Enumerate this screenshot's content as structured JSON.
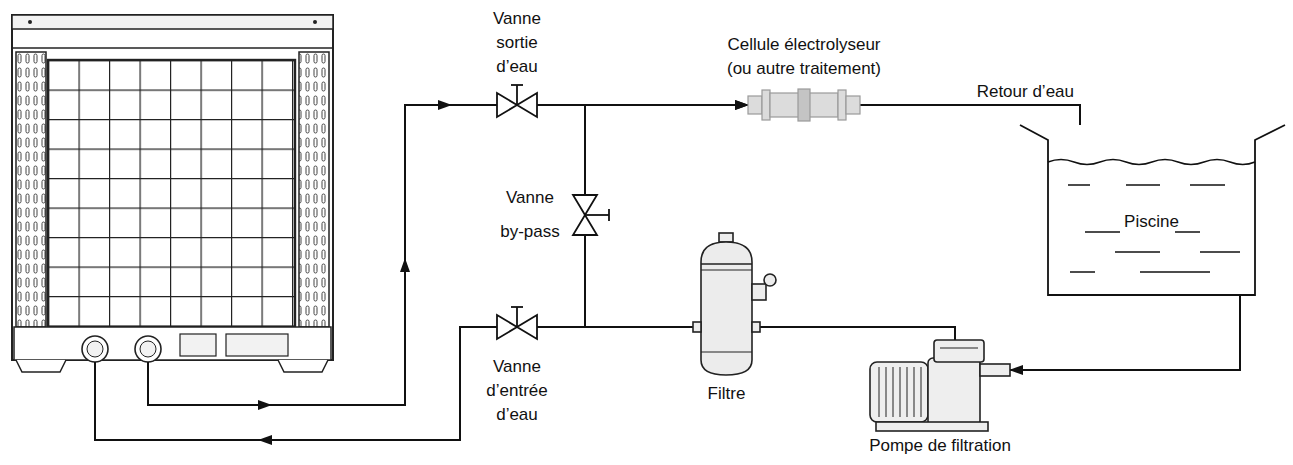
{
  "diagram": {
    "nodes": [
      {
        "text": [
          "Vanne sortie d’eau"
        ]
      },
      {
        "text": [
          "Cellule électrolyseur (ou autre traitement)"
        ]
      },
      {
        "text": [
          "Piscine"
        ]
      },
      {
        "text": [
          "Vanne by-pass"
        ]
      },
      {
        "text": [
          "Filtre"
        ]
      },
      {
        "text": [
          "Vanne d’entrée d’eau"
        ]
      },
      {
        "text": [
          "Pompe de filtration"
        ]
      }
    ],
    "edges": [
      {
        "from": 0,
        "to": 1,
        "arrow": "to"
      },
      {
        "from": 3,
        "to": 1,
        "arrow": "to"
      },
      {
        "from": 1,
        "to": 2,
        "arrow": "to",
        "label": "Retour d’eau"
      },
      {
        "from": 2,
        "to": 6,
        "arrow": "to"
      },
      {
        "from": 6,
        "to": 4,
        "arrow": "none"
      },
      {
        "from": 4,
        "to": 5,
        "arrow": "none"
      },
      {
        "from": 4,
        "to": 3,
        "arrow": "none"
      }
    ]
  }
}
